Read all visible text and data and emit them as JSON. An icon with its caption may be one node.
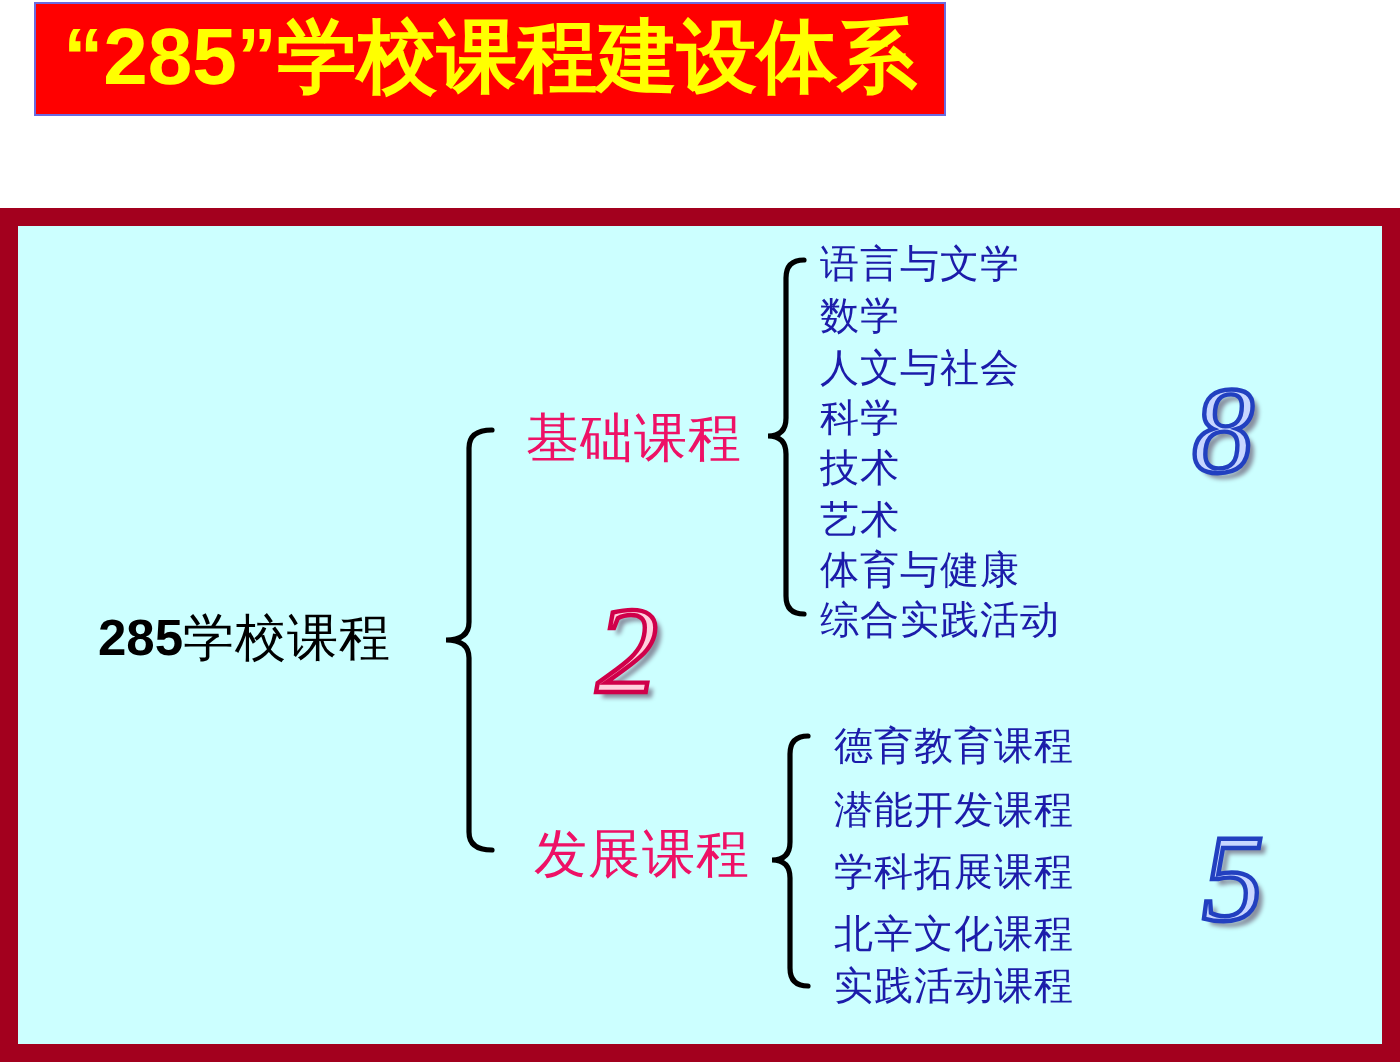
{
  "diagram": {
    "title": "“285”学校课程建设体系",
    "labels": [
      "**285**学校课程",
      "基础课程",
      "语言与文学",
      "数学",
      "人文与社会",
      "科学",
      "技术",
      "艺术",
      "体育与健康",
      "综合实践活动",
      "8",
      "2",
      "发展课程",
      "德育教育课程",
      "潜能开发课程",
      "学科拓展课程",
      "北辛文化课程",
      "实践活动课程",
      "5"
    ]
  }
}
